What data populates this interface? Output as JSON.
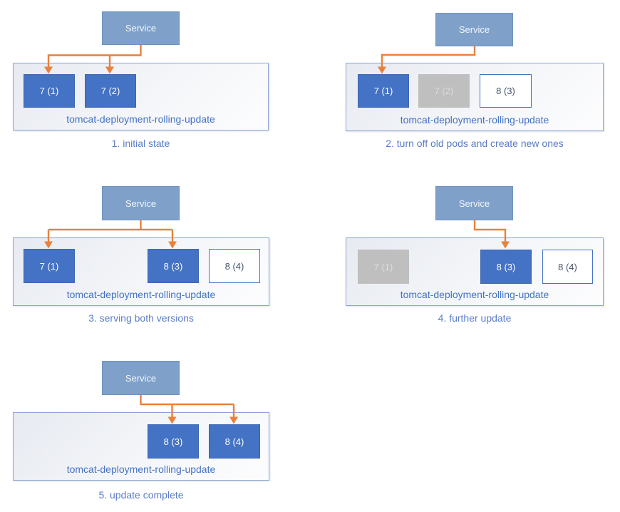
{
  "diagram": {
    "colors": {
      "service_fill": "#7FA1C9",
      "pod_running_fill": "#4472C4",
      "pod_terminated_fill": "#BFBFBF",
      "pod_creating_border": "#4472C4",
      "arrow": "#E8813B",
      "deployment_border": "#8CA5D6",
      "deployment_label_text": "#4472C4",
      "caption_text": "#5A7DC8"
    },
    "stages": [
      {
        "caption": "1. initial state",
        "service_label": "Service",
        "deployment_label": "tomcat-deployment-rolling-update",
        "pods": [
          {
            "label": "7 (1)",
            "state": "running",
            "receives_traffic": true
          },
          {
            "label": "7 (2)",
            "state": "running",
            "receives_traffic": true
          }
        ]
      },
      {
        "caption": "2. turn off old pods and create new ones",
        "service_label": "Service",
        "deployment_label": "tomcat-deployment-rolling-update",
        "pods": [
          {
            "label": "7 (1)",
            "state": "running",
            "receives_traffic": true
          },
          {
            "label": "7 (2)",
            "state": "terminated",
            "receives_traffic": false
          },
          {
            "label": "8 (3)",
            "state": "creating",
            "receives_traffic": false
          }
        ]
      },
      {
        "caption": "3. serving both versions",
        "service_label": "Service",
        "deployment_label": "tomcat-deployment-rolling-update",
        "pods": [
          {
            "label": "7 (1)",
            "state": "running",
            "receives_traffic": true
          },
          {
            "label": "8 (3)",
            "state": "running",
            "receives_traffic": true
          },
          {
            "label": "8 (4)",
            "state": "creating",
            "receives_traffic": false
          }
        ]
      },
      {
        "caption": "4. further update",
        "service_label": "Service",
        "deployment_label": "tomcat-deployment-rolling-update",
        "pods": [
          {
            "label": "7 (1)",
            "state": "terminated",
            "receives_traffic": false
          },
          {
            "label": "8 (3)",
            "state": "running",
            "receives_traffic": true
          },
          {
            "label": "8 (4)",
            "state": "creating",
            "receives_traffic": false
          }
        ]
      },
      {
        "caption": "5. update complete",
        "service_label": "Service",
        "deployment_label": "tomcat-deployment-rolling-update",
        "pods": [
          {
            "label": "8 (3)",
            "state": "running",
            "receives_traffic": true
          },
          {
            "label": "8 (4)",
            "state": "running",
            "receives_traffic": true
          }
        ]
      }
    ]
  }
}
